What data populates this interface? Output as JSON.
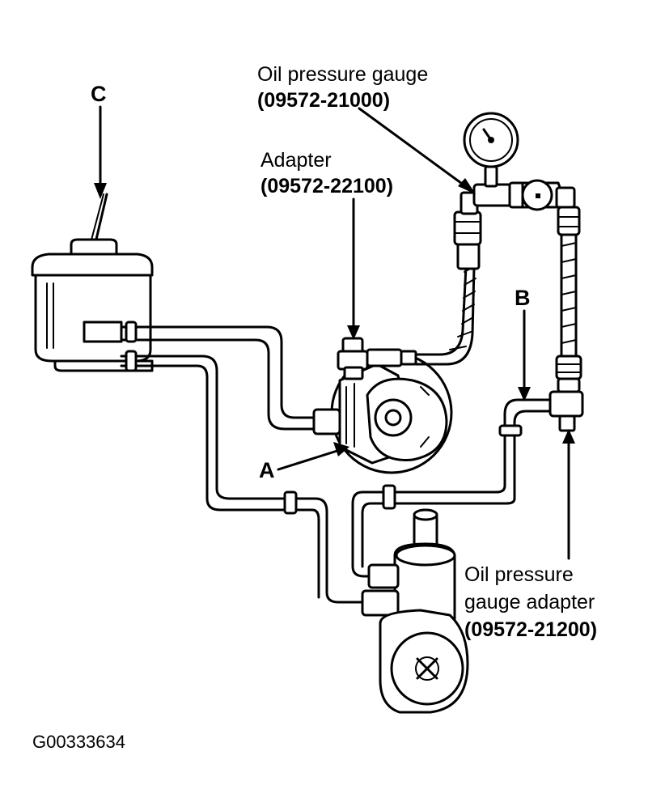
{
  "callouts": {
    "a": "A",
    "b": "B",
    "c": "C"
  },
  "labels": {
    "oil_pressure_gauge": {
      "name": "Oil pressure gauge",
      "part_number": "(09572-21000)"
    },
    "adapter": {
      "name": "Adapter",
      "part_number": "(09572-22100)"
    },
    "gauge_adapter": {
      "name_line1": "Oil pressure",
      "name_line2": "gauge adapter",
      "part_number": "(09572-21200)"
    }
  },
  "figure_id": "G00333634",
  "colors": {
    "ink": "#000000",
    "paper": "#ffffff"
  }
}
